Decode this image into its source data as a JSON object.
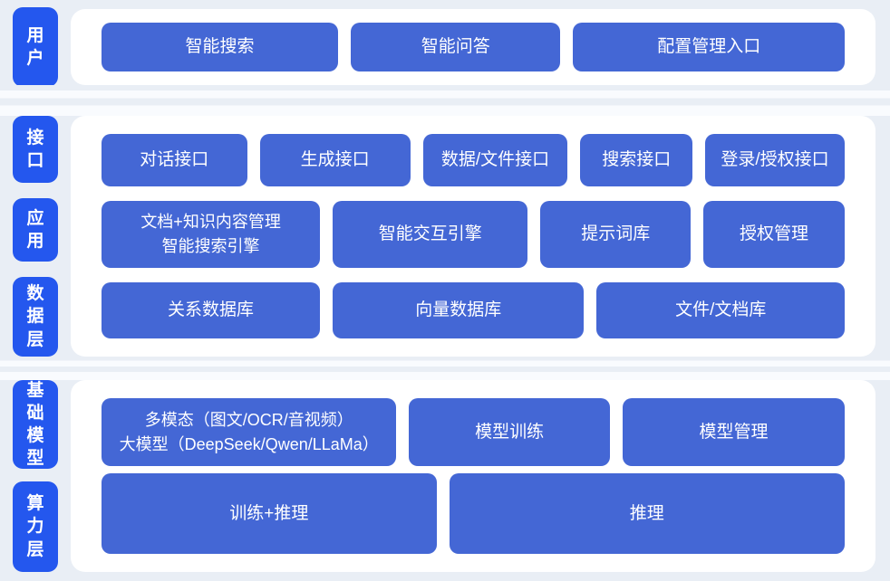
{
  "palette": {
    "background": "#e9eef5",
    "panel": "#ffffff",
    "layer_pill_blue": "#2457ee",
    "block_blue": "#4467d5",
    "text_on_blue": "#ffffff"
  },
  "diagram": {
    "sections": [
      {
        "pills": [
          "用户"
        ],
        "rows": [
          [
            "智能搜索",
            "智能问答",
            "配置管理入口"
          ]
        ]
      },
      {
        "pills": [
          "接口",
          "应用",
          "数据层"
        ],
        "rows": [
          [
            "对话接口",
            "生成接口",
            "数据/文件接口",
            "搜索接口",
            "登录/授权接口"
          ],
          [
            "文档+知识内容管理\n智能搜索引擎",
            "智能交互引擎",
            "提示词库",
            "授权管理"
          ],
          [
            "关系数据库",
            "向量数据库",
            "文件/文档库"
          ]
        ]
      },
      {
        "pills": [
          "基础模型",
          "算力层"
        ],
        "rows": [
          [
            "多模态（图文/OCR/音视频）\n大模型（DeepSeek/Qwen/LLaMa）",
            "模型训练",
            "模型管理"
          ],
          [
            "训练+推理",
            "推理"
          ]
        ]
      }
    ]
  }
}
